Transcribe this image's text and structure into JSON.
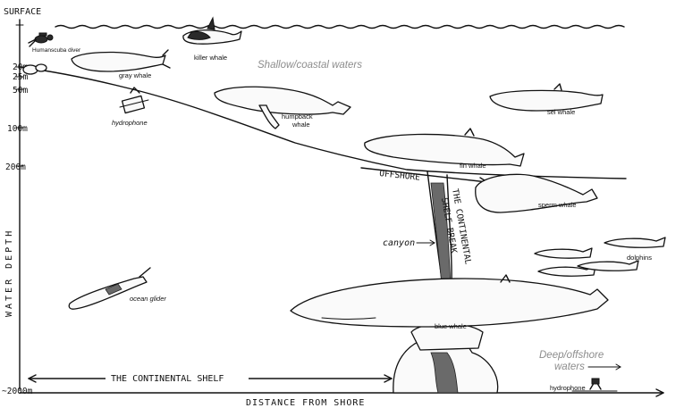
{
  "axis": {
    "depth_title": "WATER DEPTH",
    "distance_title": "DISTANCE FROM SHORE",
    "ticks": [
      {
        "label": "SURFACE",
        "depth_m": 0
      },
      {
        "label": "20m",
        "depth_m": 20
      },
      {
        "label": "25m",
        "depth_m": 25
      },
      {
        "label": "50m",
        "depth_m": 50
      },
      {
        "label": "100m",
        "depth_m": 100
      },
      {
        "label": "200m",
        "depth_m": 200
      },
      {
        "label": "~2000m",
        "depth_m": 2000
      }
    ]
  },
  "zones": {
    "shallow": "Shallow/coastal waters",
    "deep_line1": "Deep/offshore",
    "deep_line2": "waters"
  },
  "features": {
    "continental_shelf": "THE CONTINENTAL SHELF",
    "shelf_break_line1": "THE CONTINENTAL",
    "shelf_break_line2": "SHELF BREAK",
    "offshore": "OFFSHORE",
    "canyon": "canyon"
  },
  "animals": {
    "diver": "Humanscuba diver",
    "killer_whale": "killer whale",
    "gray_whale": "gray whale",
    "humpback_line1": "humpback",
    "humpback_line2": "whale",
    "sei_whale": "sei whale",
    "fin_whale": "fin whale",
    "sperm_whale": "sperm whale",
    "dolphins": "dolphins",
    "blue_whale": "blue whale"
  },
  "instruments": {
    "hydrophone_shallow": "hydrophone",
    "ocean_glider": "ocean glider",
    "hydrophone_deep": "hydrophone"
  }
}
